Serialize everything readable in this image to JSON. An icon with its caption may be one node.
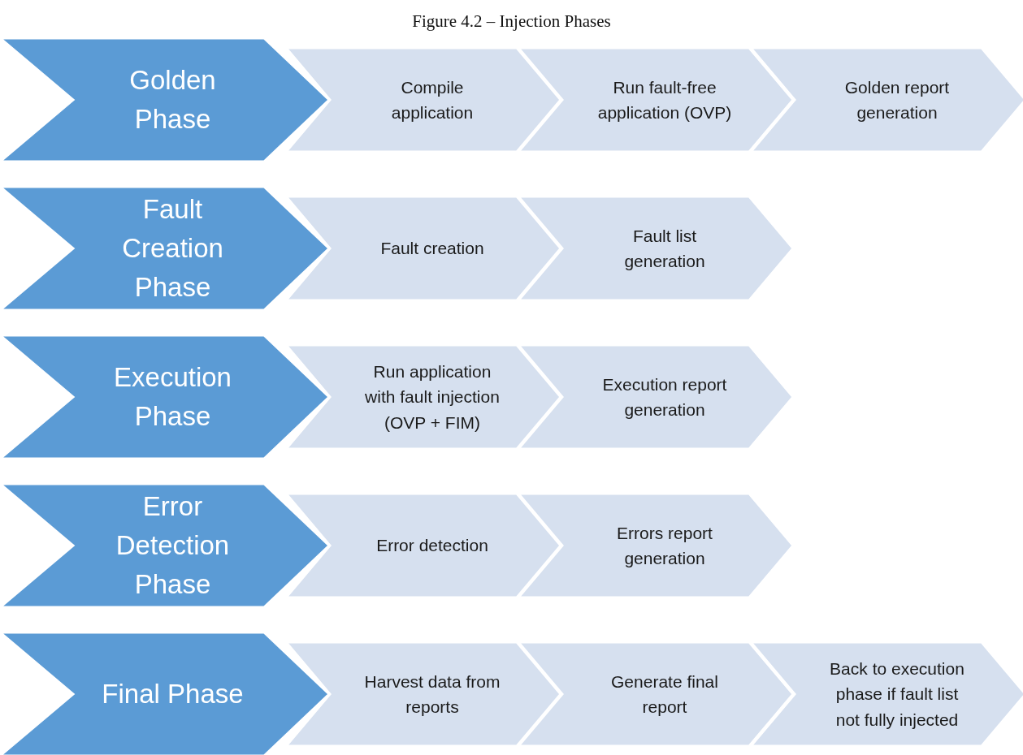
{
  "diagram": {
    "title": "Figure 4.2 – Injection Phases",
    "nodes": [
      {
        "text": [
          "Golden Phase"
        ]
      },
      {
        "text": [
          "Compile application"
        ]
      },
      {
        "text": [
          "Run fault-free application (OVP)"
        ]
      },
      {
        "text": [
          "Golden report generation"
        ]
      },
      {
        "text": [
          "Fault Creation Phase"
        ]
      },
      {
        "text": [
          "Fault creation"
        ]
      },
      {
        "text": [
          "Fault list generation"
        ]
      },
      {
        "text": [
          "Execution Phase"
        ]
      },
      {
        "text": [
          "Run application with fault injection (OVP + FIM)"
        ]
      },
      {
        "text": [
          "Execution report generation"
        ]
      },
      {
        "text": [
          "Error Detection Phase"
        ]
      },
      {
        "text": [
          "Error detection"
        ]
      },
      {
        "text": [
          "Errors report generation"
        ]
      },
      {
        "text": [
          "Final Phase"
        ]
      },
      {
        "text": [
          "Harvest data from reports"
        ]
      },
      {
        "text": [
          "Generate final report"
        ]
      },
      {
        "text": [
          "Back to execution phase if fault list not fully injected"
        ]
      }
    ],
    "edges": []
  }
}
